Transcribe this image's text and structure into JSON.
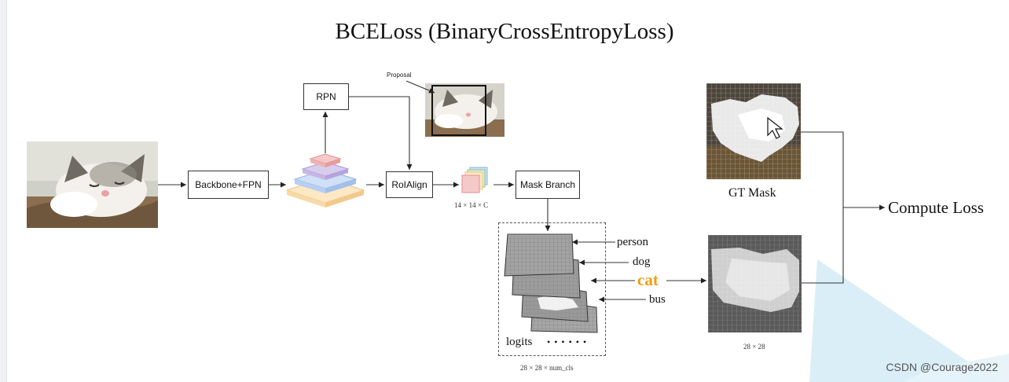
{
  "title": "BCELoss (BinaryCrossEntropyLoss)",
  "nodes": {
    "backbone": "Backbone+FPN",
    "rpn": "RPN",
    "roialign": "RoIAlign",
    "mask_branch": "Mask Branch",
    "compute_loss": "Compute Loss"
  },
  "labels": {
    "proposal": "Proposal",
    "feature_size": "14 × 14 × C",
    "gt_mask": "GT Mask",
    "logits": "logits",
    "dots": "• • • • • •",
    "logits_size": "28 × 28 × num_cls",
    "pred_size": "28 × 28"
  },
  "classes": [
    "person",
    "dog",
    "cat",
    "bus"
  ],
  "highlight_class": "cat",
  "colors": {
    "highlight": "#f39c12",
    "fpn_pink": "#f6c9c9",
    "fpn_purple": "#d9cdee",
    "fpn_blue": "#cfe0f7",
    "fpn_orange": "#fde8c6",
    "accent_triangle": "#d4ebf6"
  },
  "watermark": "CSDN @Courage2022"
}
